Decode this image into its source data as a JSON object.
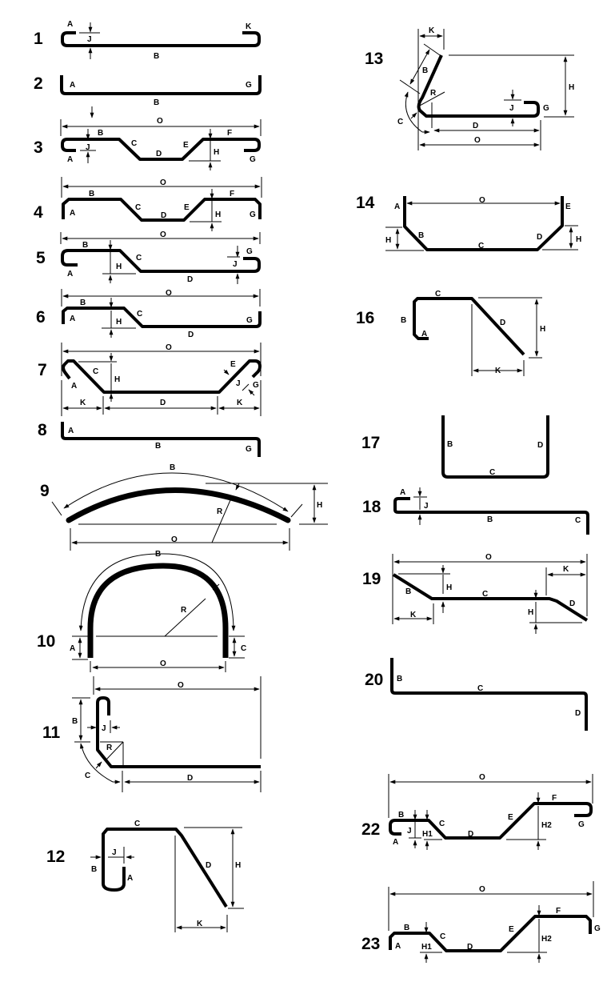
{
  "profiles": [
    {
      "number": "1",
      "labels": {
        "A": "A",
        "J": "J",
        "K": "K",
        "B": "B"
      }
    },
    {
      "number": "2",
      "labels": {
        "A": "A",
        "G": "G",
        "B": "B"
      }
    },
    {
      "number": "3",
      "labels": {
        "O": "O",
        "B": "B",
        "F": "F",
        "C": "C",
        "E": "E",
        "D": "D",
        "J": "J",
        "H": "H",
        "A": "A",
        "G": "G"
      }
    },
    {
      "number": "4",
      "labels": {
        "O": "O",
        "B": "B",
        "F": "F",
        "A": "A",
        "C": "C",
        "E": "E",
        "D": "D",
        "H": "H",
        "G": "G"
      }
    },
    {
      "number": "5",
      "labels": {
        "O": "O",
        "B": "B",
        "G": "G",
        "C": "C",
        "H": "H",
        "J": "J",
        "A": "A",
        "D": "D"
      }
    },
    {
      "number": "6",
      "labels": {
        "O": "O",
        "B": "B",
        "A": "A",
        "C": "C",
        "H": "H",
        "G": "G",
        "D": "D"
      }
    },
    {
      "number": "7",
      "labels": {
        "O": "O",
        "C": "C",
        "E": "E",
        "H": "H",
        "A": "A",
        "J": "J",
        "G": "G",
        "K1": "K",
        "D": "D",
        "K2": "K"
      }
    },
    {
      "number": "8",
      "labels": {
        "A": "A",
        "B": "B",
        "G": "G"
      }
    },
    {
      "number": "9",
      "labels": {
        "B": "B",
        "H": "H",
        "R": "R",
        "O": "O"
      }
    },
    {
      "number": "10",
      "labels": {
        "B": "B",
        "R": "R",
        "A": "A",
        "C": "C",
        "O": "O"
      }
    },
    {
      "number": "11",
      "labels": {
        "O": "O",
        "B": "B",
        "J": "J",
        "R": "R",
        "C": "C",
        "D": "D"
      }
    },
    {
      "number": "12",
      "labels": {
        "C": "C",
        "J": "J",
        "B": "B",
        "A": "A",
        "D": "D",
        "H": "H",
        "K": "K"
      }
    },
    {
      "number": "13",
      "labels": {
        "K": "K",
        "B": "B",
        "R": "R",
        "H": "H",
        "J": "J",
        "G": "G",
        "C": "C",
        "D": "D",
        "O": "O"
      }
    },
    {
      "number": "14",
      "labels": {
        "A": "A",
        "O": "O",
        "E": "E",
        "H1": "H",
        "B": "B",
        "C": "C",
        "D": "D",
        "H2": "H"
      }
    },
    {
      "number": "16",
      "labels": {
        "C": "C",
        "B": "B",
        "A": "A",
        "D": "D",
        "H": "H",
        "K": "K"
      }
    },
    {
      "number": "17",
      "labels": {
        "B": "B",
        "D": "D",
        "C": "C"
      }
    },
    {
      "number": "18",
      "labels": {
        "A": "A",
        "J": "J",
        "B": "B",
        "C": "C"
      }
    },
    {
      "number": "19",
      "labels": {
        "O": "O",
        "K2": "K",
        "H1": "H",
        "B": "B",
        "C": "C",
        "D": "D",
        "H2": "H",
        "K1": "K"
      }
    },
    {
      "number": "20",
      "labels": {
        "B": "B",
        "C": "C",
        "D": "D"
      }
    },
    {
      "number": "22",
      "labels": {
        "O": "O",
        "B": "B",
        "F": "F",
        "C": "C",
        "E": "E",
        "J": "J",
        "H1": "H1",
        "D": "D",
        "H2": "H2",
        "A": "A",
        "G": "G"
      }
    },
    {
      "number": "23",
      "labels": {
        "O": "O",
        "B": "B",
        "F": "F",
        "C": "C",
        "E": "E",
        "G": "G",
        "A": "A",
        "H1": "H1",
        "D": "D",
        "H2": "H2"
      }
    }
  ]
}
